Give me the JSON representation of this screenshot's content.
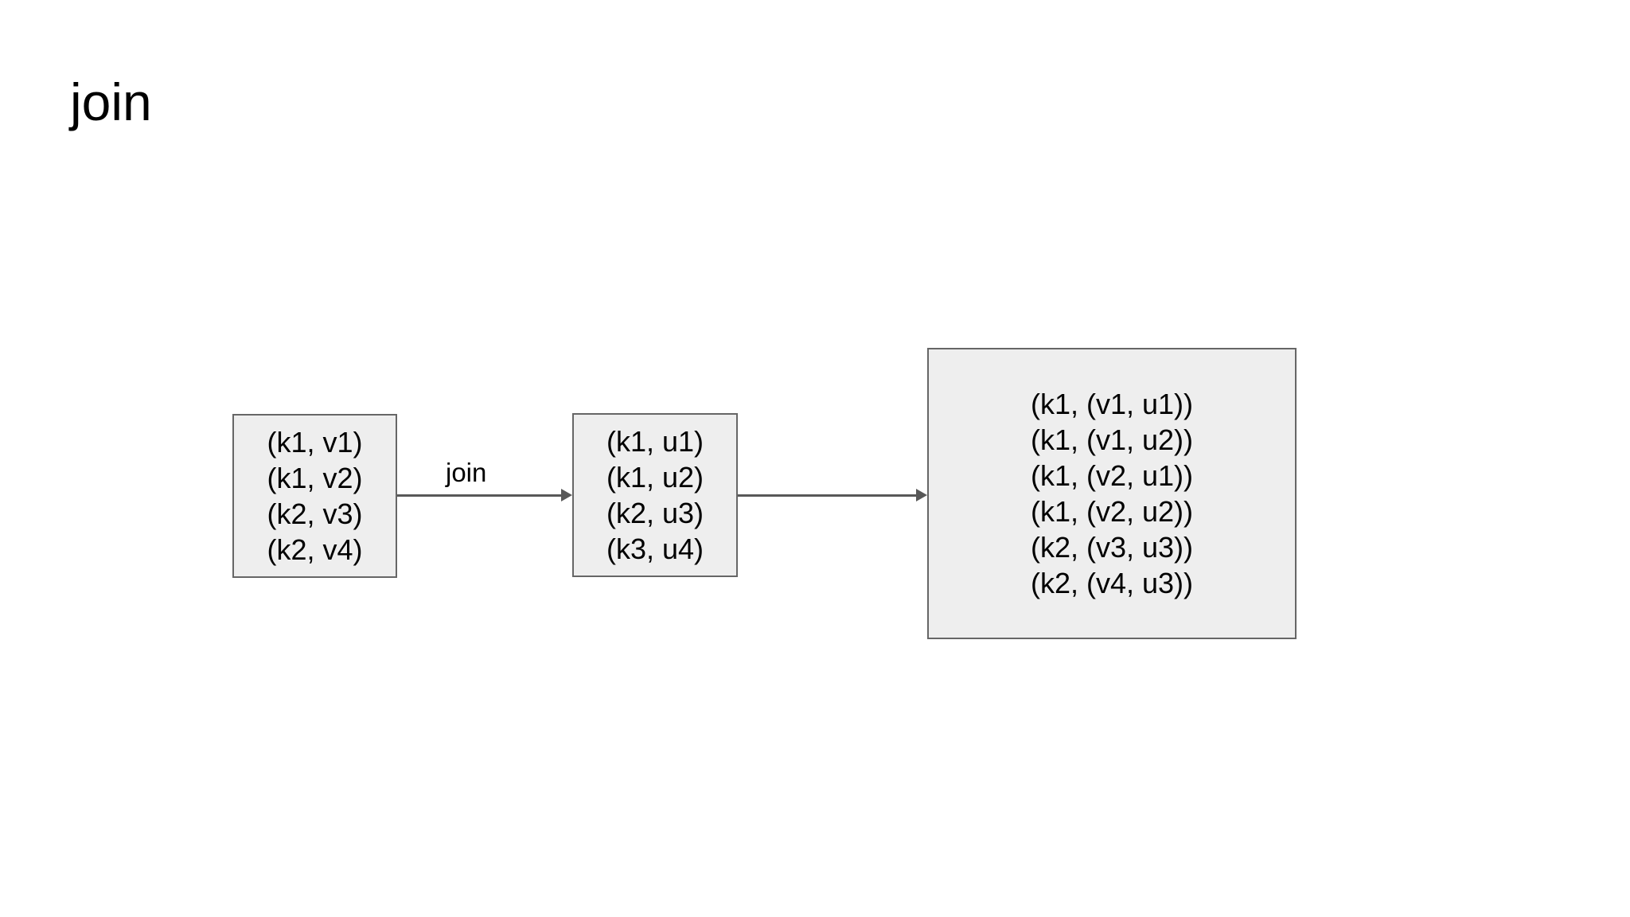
{
  "slide": {
    "title": "join",
    "background_color": "#ffffff"
  },
  "theme": {
    "node_fill": "#eeeeee",
    "node_border": "#666666",
    "connector_color": "#585858",
    "text_color": "#000000"
  },
  "diagram": {
    "type": "flow",
    "nodes": [
      {
        "id": "left-input",
        "name": "left-dataset",
        "lines": [
          "(k1, v1)",
          "(k1, v2)",
          "(k2, v3)",
          "(k2, v4)"
        ]
      },
      {
        "id": "right-input",
        "name": "right-dataset",
        "lines": [
          "(k1, u1)",
          "(k1, u2)",
          "(k2, u3)",
          "(k3, u4)"
        ]
      },
      {
        "id": "result",
        "name": "join-result",
        "lines": [
          "(k1, (v1, u1))",
          "(k1, (v1, u2))",
          "(k1, (v2, u1))",
          "(k1, (v2, u2))",
          "(k2, (v3, u3))",
          "(k2, (v4, u3))"
        ]
      }
    ],
    "edges": [
      {
        "id": "edge-1",
        "from": "left-input",
        "to": "right-input",
        "label": "join"
      },
      {
        "id": "edge-2",
        "from": "right-input",
        "to": "result",
        "label": ""
      }
    ]
  }
}
